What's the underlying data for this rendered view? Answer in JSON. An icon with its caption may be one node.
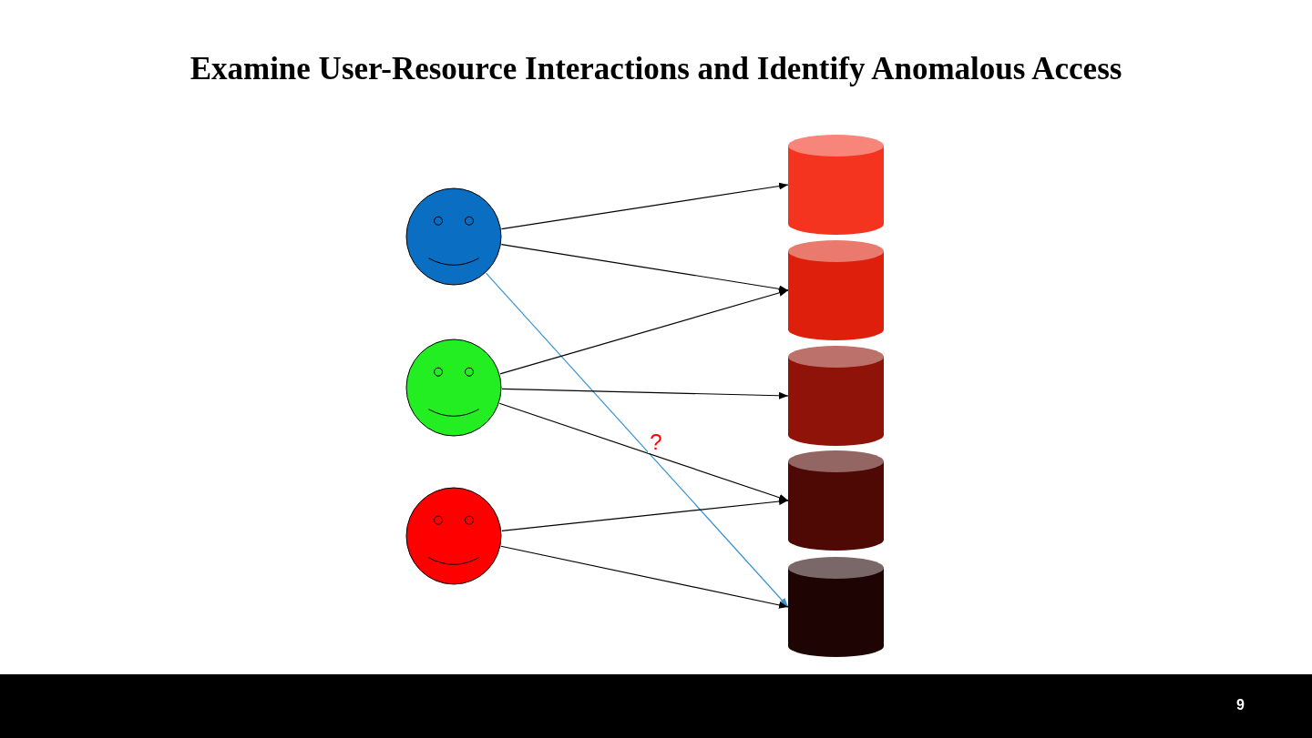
{
  "diagram": {
    "title": "Examine User-Resource Interactions and Identify Anomalous Access",
    "nodes": [
      {
        "text": [],
        "shape": "circle"
      },
      {
        "text": [],
        "shape": "circle"
      },
      {
        "text": [],
        "shape": "circle"
      },
      {
        "text": [],
        "shape": "cylinder"
      },
      {
        "text": [],
        "shape": "cylinder"
      },
      {
        "text": [],
        "shape": "cylinder"
      },
      {
        "text": [],
        "shape": "cylinder"
      },
      {
        "text": [],
        "shape": "cylinder"
      }
    ],
    "edges": [
      {
        "from": 0,
        "to": 3,
        "arrow": "to"
      },
      {
        "from": 0,
        "to": 4,
        "arrow": "to"
      },
      {
        "from": 0,
        "to": 7,
        "arrow": "to",
        "label": "?",
        "color": "#3a93cf"
      },
      {
        "from": 1,
        "to": 4,
        "arrow": "to"
      },
      {
        "from": 1,
        "to": 5,
        "arrow": "to"
      },
      {
        "from": 1,
        "to": 6,
        "arrow": "to"
      },
      {
        "from": 2,
        "to": 6,
        "arrow": "to"
      },
      {
        "from": 2,
        "to": 7,
        "arrow": "to"
      }
    ],
    "labels": [
      "9"
    ]
  }
}
